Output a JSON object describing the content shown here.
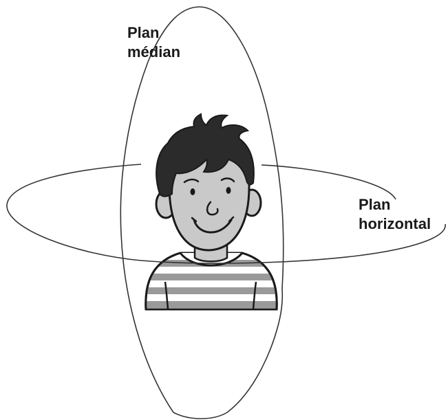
{
  "labels": {
    "median_plane": {
      "line1": "Plan",
      "line2": "médian"
    },
    "horizontal_plane": {
      "line1": "Plan",
      "line2": "horizontal"
    }
  },
  "colors": {
    "outline": "#1a1a1a",
    "hair": "#2b2b2b",
    "skin": "#c9c9c9",
    "stripe_dark": "#9a9a9a",
    "stripe_light": "#ffffff",
    "plane_line": "#333333"
  }
}
